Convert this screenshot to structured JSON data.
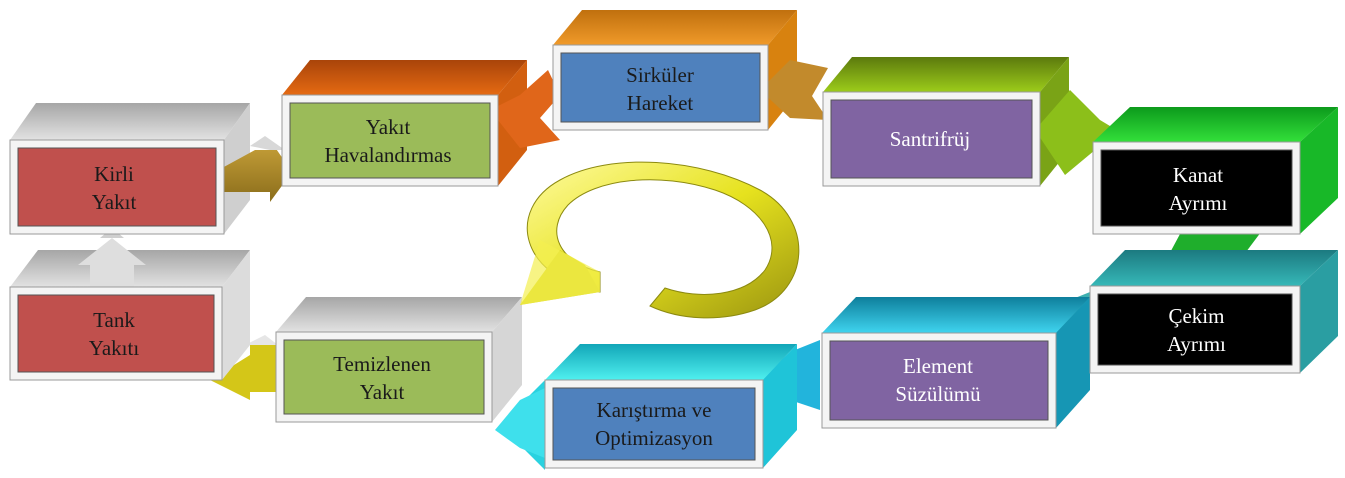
{
  "diagram": {
    "colors": {
      "red": "#c0504d",
      "green": "#9bbb59",
      "blue": "#4f81bd",
      "purple": "#8064a2",
      "black": "#000000",
      "cycle_arrow": "#e8e41a"
    },
    "nodes": [
      {
        "id": "kirli",
        "label": "Kirli\nYakıt",
        "color": "red",
        "text_color": "dark"
      },
      {
        "id": "havalandirma",
        "label": "Yakıt\nHavalandırmas",
        "color": "green",
        "text_color": "dark"
      },
      {
        "id": "sirkuler",
        "label": "Sirküler\nHareket",
        "color": "blue",
        "text_color": "dark"
      },
      {
        "id": "santrifruj",
        "label": "Santrifrüj",
        "color": "purple",
        "text_color": "light"
      },
      {
        "id": "kanat",
        "label": "Kanat\nAyrımı",
        "color": "black",
        "text_color": "light"
      },
      {
        "id": "cekim",
        "label": "Çekim\nAyrımı",
        "color": "black",
        "text_color": "light"
      },
      {
        "id": "suzulumu",
        "label": "Element\nSüzülümü",
        "color": "purple",
        "text_color": "light"
      },
      {
        "id": "karistirma",
        "label": "Karıştırma ve\nOptimizasyon",
        "color": "blue",
        "text_color": "dark"
      },
      {
        "id": "temizlenen",
        "label": "Temizlenen\nYakıt",
        "color": "green",
        "text_color": "dark"
      },
      {
        "id": "tank",
        "label": "Tank\nYakıtı",
        "color": "red",
        "text_color": "dark"
      }
    ],
    "flow": [
      "kirli",
      "havalandirma",
      "sirkuler",
      "santrifruj",
      "kanat",
      "cekim",
      "suzulumu",
      "karistirma",
      "temizlenen",
      "tank",
      "kirli"
    ]
  }
}
